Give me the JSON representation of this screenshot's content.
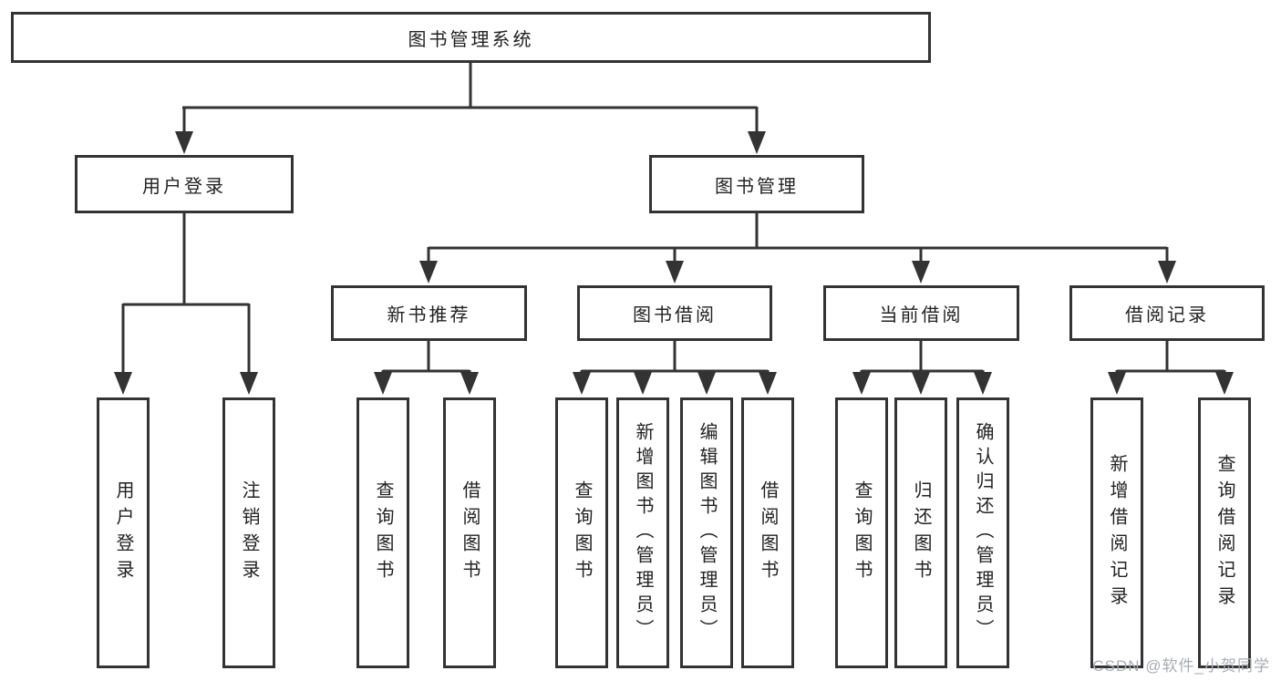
{
  "diagram": {
    "type": "tree",
    "root": "图书管理系统",
    "level2": [
      "用户登录",
      "图书管理"
    ],
    "level3": [
      "新书推荐",
      "图书借阅",
      "当前借阅",
      "借阅记录"
    ],
    "groups": [
      {
        "parent": "用户登录",
        "children": [
          "用户登录",
          "注销登录"
        ]
      },
      {
        "parent": "新书推荐",
        "children": [
          "查询图书",
          "借阅图书"
        ]
      },
      {
        "parent": "图书借阅",
        "children": [
          "查询图书",
          "新增图书（管理员）",
          "编辑图书（管理员）",
          "借阅图书"
        ]
      },
      {
        "parent": "当前借阅",
        "children": [
          "查询图书",
          "归还图书",
          "确认归还（管理员）"
        ]
      },
      {
        "parent": "借阅记录",
        "children": [
          "新增借阅记录",
          "查询借阅记录"
        ]
      }
    ]
  },
  "watermark": "CSDN @软件_小贺同学",
  "colors": {
    "line": "#333333",
    "text": "#222222",
    "background": "#ffffff",
    "watermark": "#a8acb4"
  }
}
